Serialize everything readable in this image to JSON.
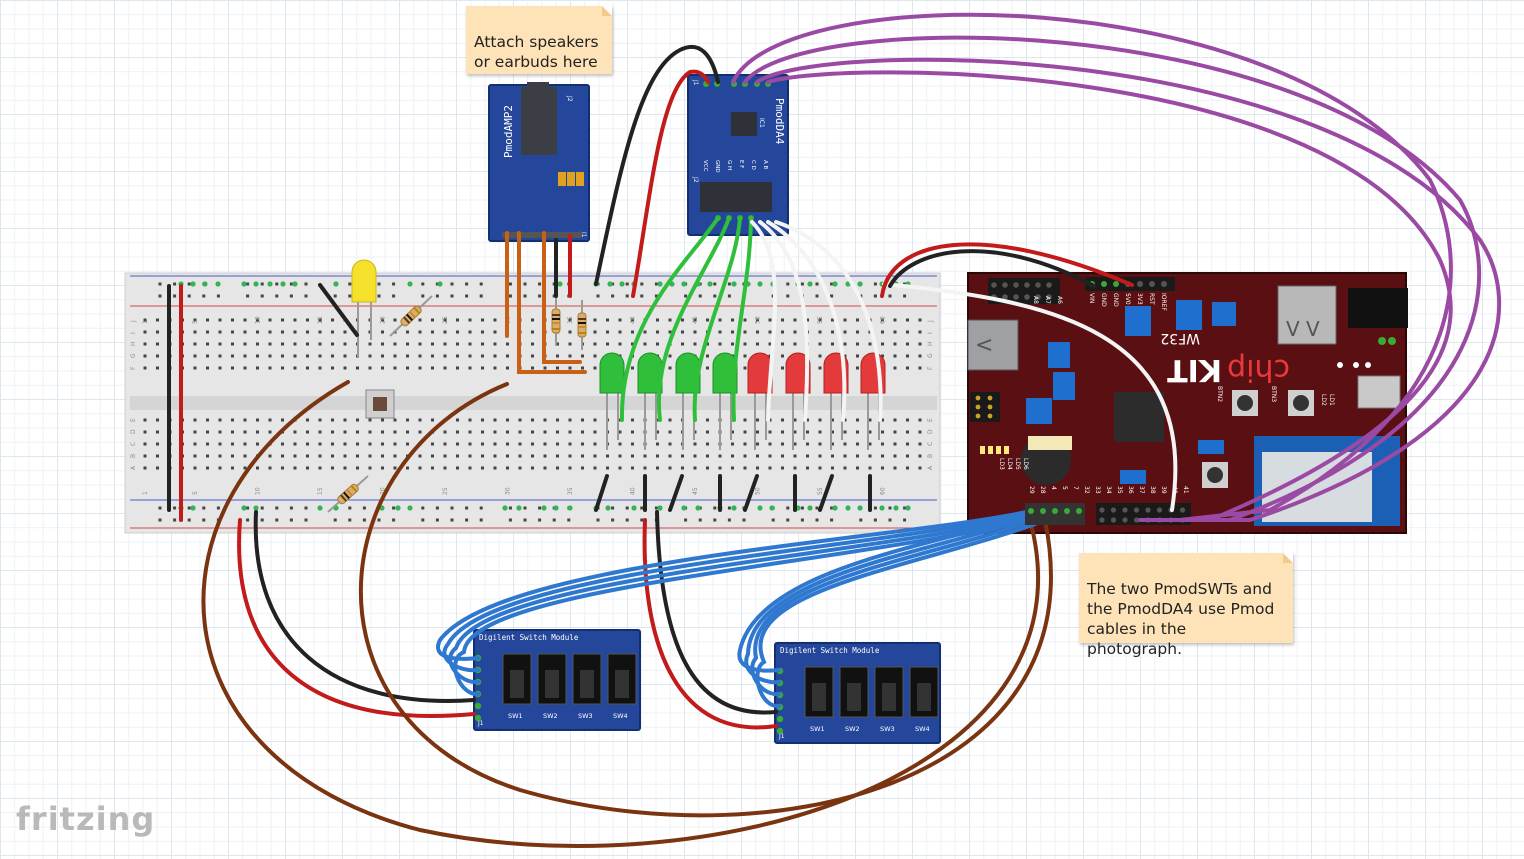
{
  "app": {
    "logo_text": "fritzing"
  },
  "notes": {
    "speakers": "Attach speakers\nor earbuds here",
    "pmod": "The two PmodSWTs and\nthe PmodDA4 use Pmod\ncables in the photograph."
  },
  "components": {
    "amp_label": "PmodAMP2",
    "amp_j2": "J2",
    "amp_j1": "J1",
    "da4_label": "PmodDA4",
    "da4_ic": "IC1",
    "da4_j1": "J1",
    "da4_j2": "J2",
    "da4_pins_left": [
      "VCC",
      "GND",
      "G H",
      "E F",
      "C D",
      "A B"
    ],
    "switch_module_title": "Digilent Switch Module",
    "switch_labels": [
      "SW1",
      "SW2",
      "SW3",
      "SW4"
    ],
    "switch_j1": "J1",
    "board_brand_chip": "chip",
    "board_brand_kit": "KIT",
    "board_model": "WF32",
    "board_btn1": "BTN2",
    "board_btn2": "BTN3",
    "board_ld": [
      "LD2",
      "LD1"
    ],
    "board_top_pins": [
      "VIN",
      "GND",
      "GND",
      "5V0",
      "3V3",
      "RST",
      "IOREF"
    ],
    "board_bottom_pins": [
      "29",
      "28",
      "4",
      "5",
      "7",
      "32",
      "33",
      "34",
      "35",
      "36",
      "37",
      "38",
      "39",
      "40",
      "41"
    ],
    "board_analog": [
      "A6",
      "A7",
      "A8"
    ],
    "board_leds": [
      "LD3",
      "LD4",
      "LD5",
      "LD6"
    ],
    "breadboard_cols": [
      "1",
      "5",
      "10",
      "15",
      "20",
      "25",
      "30",
      "35",
      "40",
      "45",
      "50",
      "55",
      "60"
    ],
    "breadboard_rows": [
      "J",
      "I",
      "H",
      "G",
      "F",
      "E",
      "D",
      "C",
      "B",
      "A"
    ]
  }
}
